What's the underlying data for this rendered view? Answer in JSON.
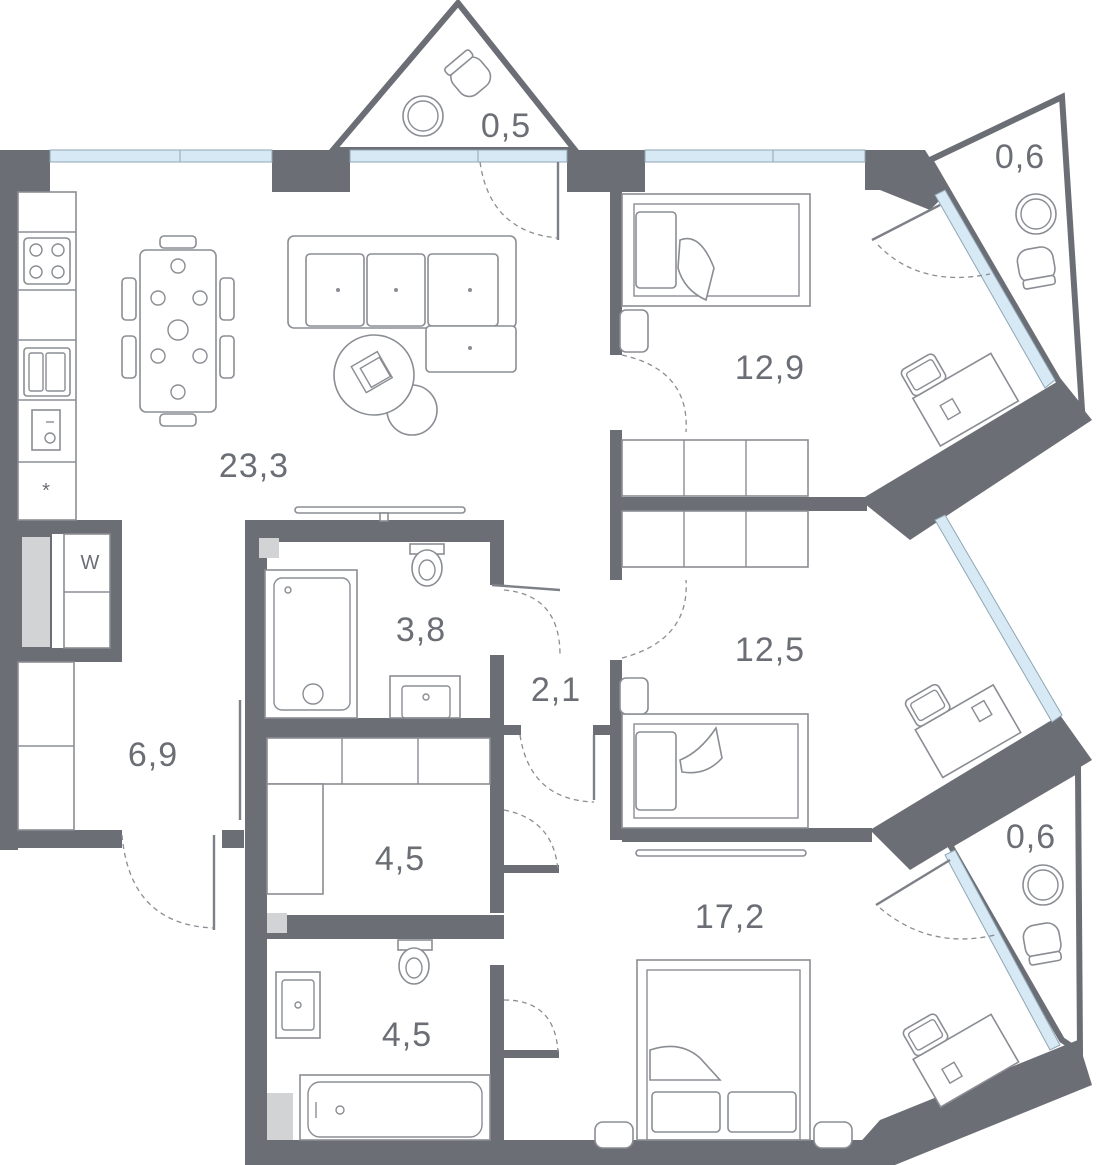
{
  "plan": {
    "rooms": [
      {
        "id": "kitchen-living",
        "area": "23,3"
      },
      {
        "id": "bedroom-1",
        "area": "12,9"
      },
      {
        "id": "bedroom-2",
        "area": "12,5"
      },
      {
        "id": "bedroom-3",
        "area": "17,2"
      },
      {
        "id": "hall",
        "area": "6,9"
      },
      {
        "id": "bathroom-1",
        "area": "3,8"
      },
      {
        "id": "corridor",
        "area": "2,1"
      },
      {
        "id": "storage",
        "area": "4,5"
      },
      {
        "id": "bathroom-2",
        "area": "4,5"
      },
      {
        "id": "balcony-top",
        "area": "0,5"
      },
      {
        "id": "balcony-right-1",
        "area": "0,6"
      },
      {
        "id": "balcony-right-2",
        "area": "0,6"
      }
    ],
    "markers": {
      "washer": "W",
      "fridge": "*"
    },
    "colors": {
      "wall": "#6b6e75",
      "glass": "#d7e9f4",
      "furniture": "#8a8d93"
    }
  }
}
